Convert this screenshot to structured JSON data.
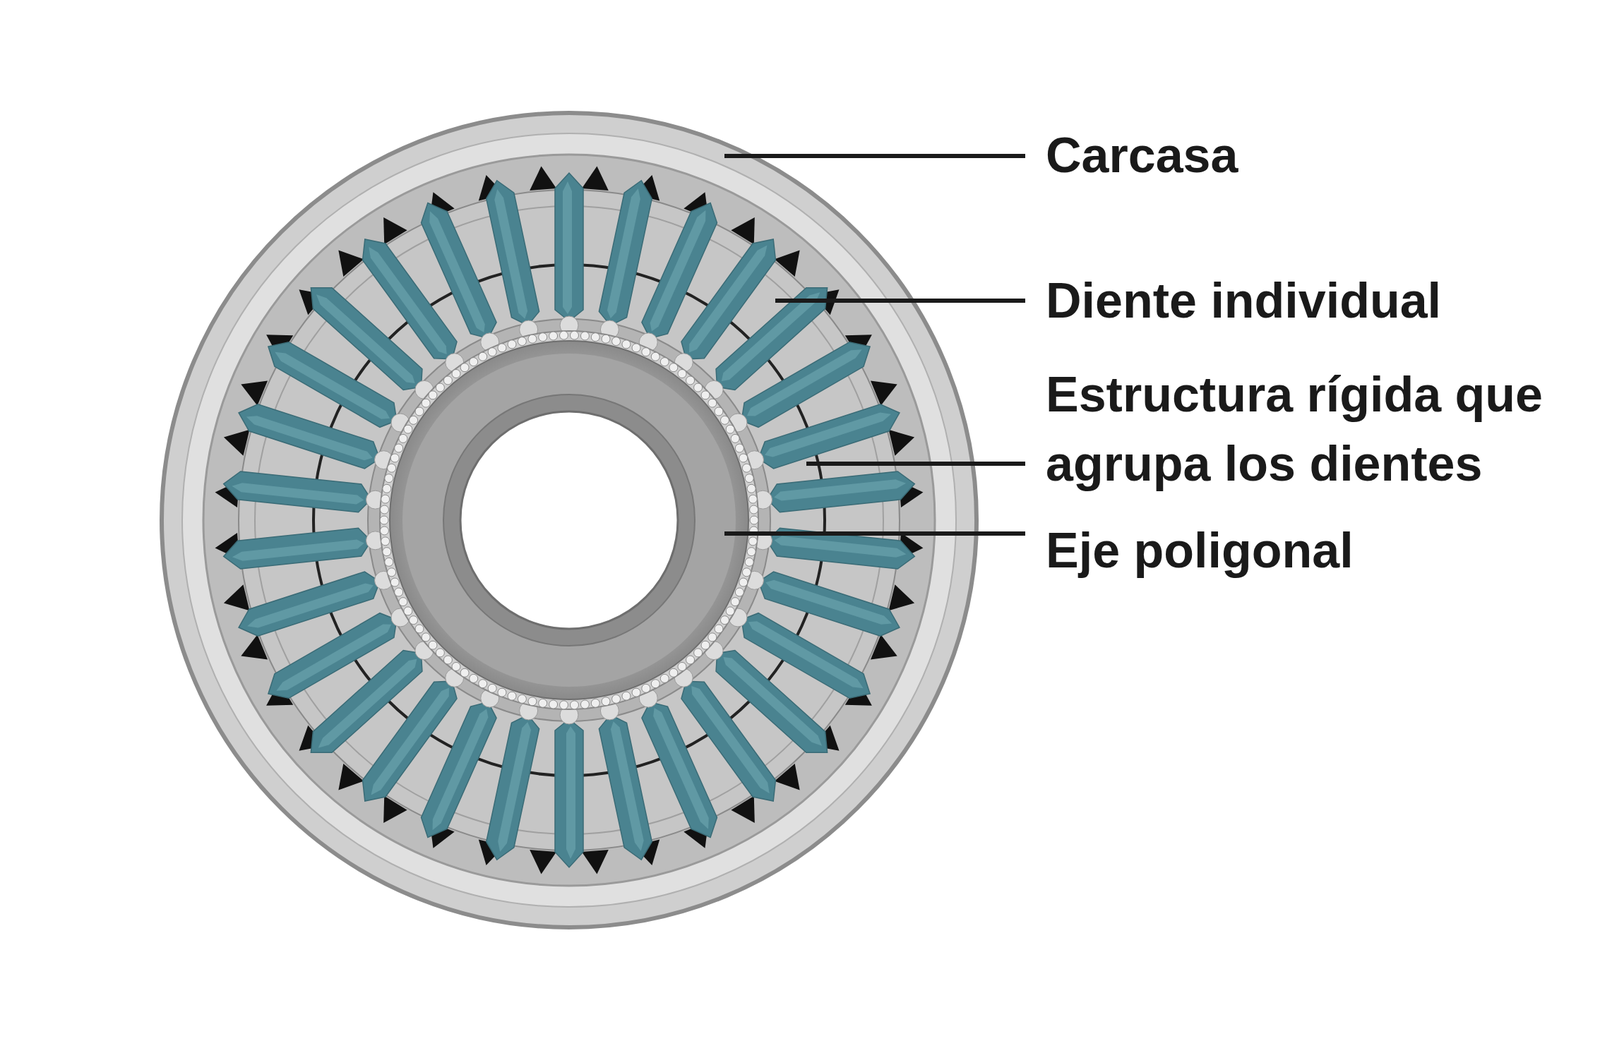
{
  "diagram": {
    "labels": [
      "Carcasa",
      "Diente individual",
      "Estructura rígida que agrupa los dientes",
      "Eje poligonal"
    ]
  }
}
